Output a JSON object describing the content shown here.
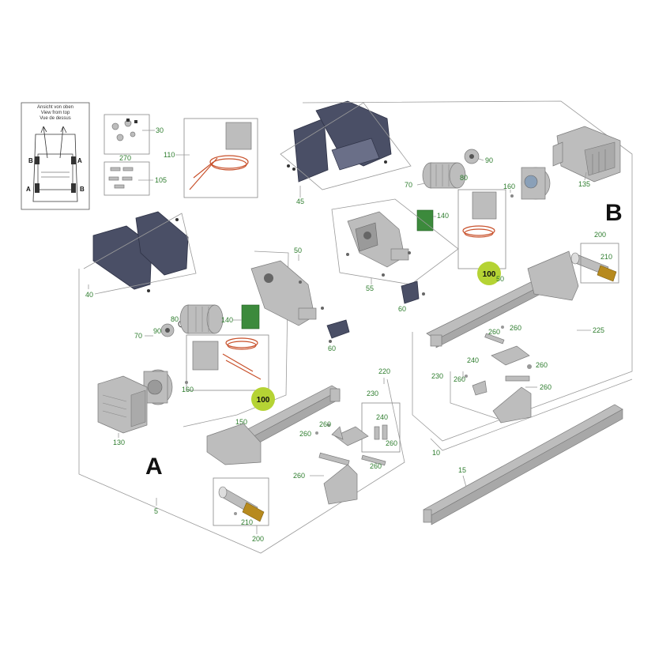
{
  "inset": {
    "title_de": "Ansicht von oben",
    "title_en": "View from top",
    "title_fr": "Vue de dessus",
    "label_a": "A",
    "label_b": "B"
  },
  "assemblies": {
    "a": "A",
    "b": "B"
  },
  "highlight": {
    "top_right": "100",
    "left": "100"
  },
  "parts": {
    "p30": "30",
    "p270": "270",
    "p105": "105",
    "p110": "110",
    "p45": "45",
    "p90_top": "90",
    "p70_top": "70",
    "p80_top": "80",
    "p160_top": "160",
    "p135": "135",
    "p140_top": "140",
    "p55": "55",
    "p50_top": "50",
    "p60_top": "60",
    "p200_right": "200",
    "p210_right": "210",
    "p225": "225",
    "p260_r1": "260",
    "p260_r2": "260",
    "p240_right": "240",
    "p260_r3": "260",
    "p230_right": "230",
    "p260_r4": "260",
    "p260_r5": "260",
    "p10": "10",
    "p15": "15",
    "p40": "40",
    "p50_left": "50",
    "p80_left": "80",
    "p90_left": "90",
    "p70_left": "70",
    "p140_left": "140",
    "p60_left": "60",
    "p160_left": "160",
    "p130": "130",
    "p150": "150",
    "p220": "220",
    "p230_left": "230",
    "p240_left": "240",
    "p260_l1": "260",
    "p260_l2": "260",
    "p260_l3": "260",
    "p260_l4": "260",
    "p5": "5",
    "p210_left": "210",
    "p200_left": "200"
  },
  "colors": {
    "part_number": "#2e7d2e",
    "highlight_circle": "#b5d334",
    "cover": "#4a4f66"
  }
}
